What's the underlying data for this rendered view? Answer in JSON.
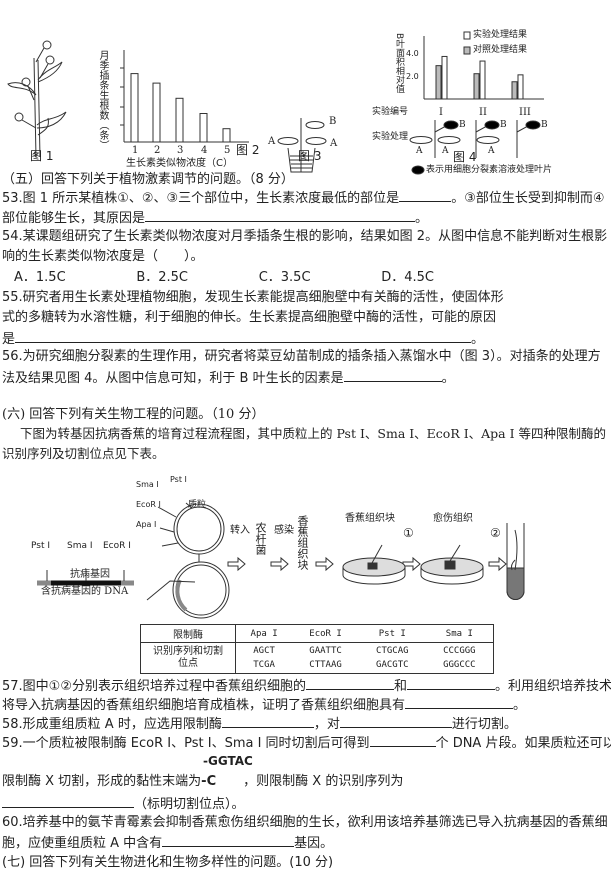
{
  "figures": {
    "fig1": {
      "caption": "图 1",
      "markers": [
        "①",
        "②",
        "③",
        "④"
      ]
    },
    "fig2": {
      "caption": "图 2",
      "ylabel": "月季插条生根数（条）",
      "xlabel": "生长素类似物浓度（C）",
      "categories": [
        "1",
        "2",
        "3",
        "4",
        "5"
      ],
      "relative_values": [
        3.6,
        3.1,
        2.3,
        1.5,
        0.7
      ]
    },
    "fig3": {
      "caption": "图 3",
      "label_a": "A",
      "label_b": "B"
    },
    "fig4": {
      "caption": "图 4",
      "ylabel": "B叶面积相对值",
      "yticks": [
        "4.0",
        "2.0"
      ],
      "legend_exp": "实验处理结果",
      "legend_ctrl": "对照处理结果",
      "row_number_label": "实验编号",
      "row_treatment_label": "实验处理",
      "groups": [
        "I",
        "II",
        "III"
      ],
      "control": [
        2.9,
        2.2,
        1.5
      ],
      "experiment": [
        3.7,
        3.3,
        2.1
      ],
      "label_a": "A",
      "label_b": "B",
      "note": "表示用细胞分裂素溶液处理叶片"
    }
  },
  "section5": {
    "heading": "（五）回答下列关于植物激素调节的问题。（8 分）",
    "q53_a": "53.图 1 所示某植株①、②、③三个部位中，生长素浓度最低的部位是",
    "q53_b": "。③部位生长受到抑制而④",
    "q53_c": "部位能够生长，其原因是",
    "q53_d": "。",
    "q54_a": "54.某课题组研究了生长素类似物浓度对月季插条生根的影响，结果如图 2。从图中信息不能判断对生根影",
    "q54_b": "响的生长素类似物浓度是（　　）。",
    "options": [
      "A．1.5C",
      "B．2.5C",
      "C．3.5C",
      "D．4.5C"
    ],
    "q55_a": "55.研究者用生长素处理植物细胞，发现生长素能提高细胞壁中有关酶的活性，使固体形",
    "q55_b": "式的多糖转为水溶性糖，利于细胞的伸长。生长素提高细胞壁中酶的活性，可能的原因",
    "q55_c": "是",
    "q55_d": "。",
    "q56_a": "56.为研究细胞分裂素的生理作用，研究者将菜豆幼苗制成的插条插入蒸馏水中（图 3）。对插条的处理方",
    "q56_b": "法及结果见图 4。从图中信息可知，利于 B 叶生长的因素是",
    "q56_c": "。"
  },
  "section6": {
    "heading": "(六) 回答下列有关生物工程的问题。（10 分）",
    "intro_a": "下图为转基因抗病香蕉的培育过程流程图，其中质粒上的 Pst I、Sma I、EcoR I、Apa I 等四种限制酶的",
    "intro_b": "识别序列及切割位点见下表。",
    "diagram": {
      "sma": "Sma I",
      "pst": "Pst I",
      "ecor": "EcoR I",
      "apa": "Apa I",
      "plasmid": "质粒",
      "dna_pst": "Pst I",
      "dna_sma": "Sma I",
      "dna_ecor": "EcoR I",
      "gene": "抗病基因",
      "dna": "含抗病基因的 DNA",
      "transfer": "转入",
      "agro": "农杆菌",
      "infect": "感染",
      "tissue_v": "香蕉组织块",
      "tissue": "香蕉组织块",
      "callus": "愈伤组织",
      "step1": "①",
      "step2": "②"
    },
    "table": {
      "header": [
        "限制酶",
        "Apa I",
        "EcoR I",
        "Pst I",
        "Sma I"
      ],
      "row_label": "识别序列和切割位点",
      "top": [
        "AGCT",
        "GAATTC",
        "CTGCAG",
        "CCCGGG"
      ],
      "bottom": [
        "TCGA",
        "CTTAAG",
        "GACGTC",
        "GGGCCC"
      ]
    },
    "q57_a": "57.图中①②分别表示组织培养过程中香蕉组织细胞的",
    "q57_and": "和",
    "q57_b": "。利用组织培养技术",
    "q57_c": "将导入抗病基因的香蕉组织细胞培育成植株，证明了香蕉组织细胞具有",
    "q57_d": "。",
    "q58_a": "58.形成重组质粒 A 时，应选用限制酶",
    "q58_b": "，对",
    "q58_c": "进行切割。",
    "q59_a": "59.一个质粒被限制酶 EcoR I、Pst I、Sma I 同时切割后可得到",
    "q59_b": "个 DNA 片段。如果质粒还可以被",
    "q59_end_top": "-GGTAC",
    "q59_c": "限制酶 X 切割，形成的黏性末端为",
    "q59_end_bottom": "-C",
    "q59_d": "，则限制酶 X 的识别序列为",
    "q59_e": "（标明切割位点）。",
    "q60_a": "60.培养基中的氨苄青霉素会抑制香蕉愈伤组织细胞的生长，欲利用该培养基筛选已导入抗病基因的香蕉细",
    "q60_b": "胞，应使重组质粒 A 中含有",
    "q60_c": "基因。"
  },
  "section7": {
    "heading": "(七) 回答下列有关生物进化和生物多样性的问题。(10 分)"
  }
}
